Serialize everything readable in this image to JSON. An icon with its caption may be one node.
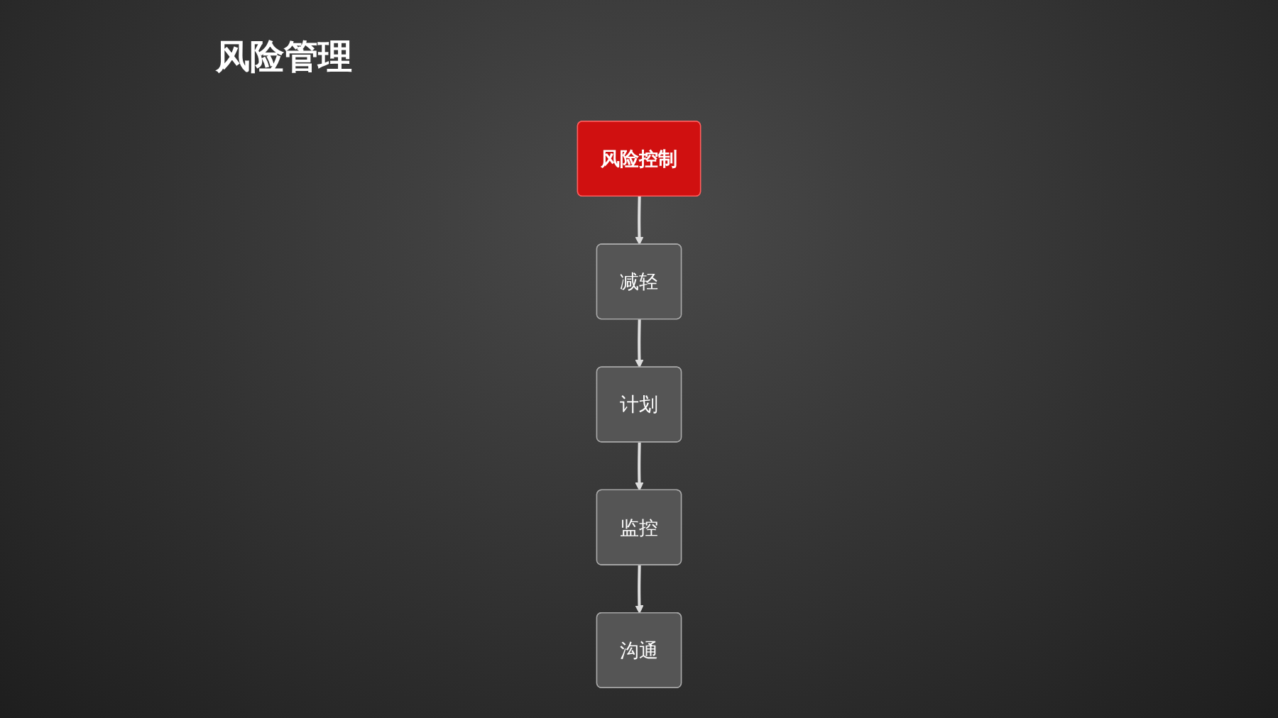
{
  "diagram": {
    "title": "风险管理",
    "nodes": [
      {
        "text": [
          "风险控制"
        ]
      },
      {
        "text": [
          "减轻"
        ]
      },
      {
        "text": [
          "计划"
        ]
      },
      {
        "text": [
          "监控"
        ]
      },
      {
        "text": [
          "沟通"
        ]
      }
    ],
    "edges": [
      {
        "from": 0,
        "to": 1,
        "arrow": "to"
      },
      {
        "from": 1,
        "to": 2,
        "arrow": "to"
      },
      {
        "from": 2,
        "to": 3,
        "arrow": "to"
      },
      {
        "from": 3,
        "to": 4,
        "arrow": "to"
      }
    ]
  }
}
